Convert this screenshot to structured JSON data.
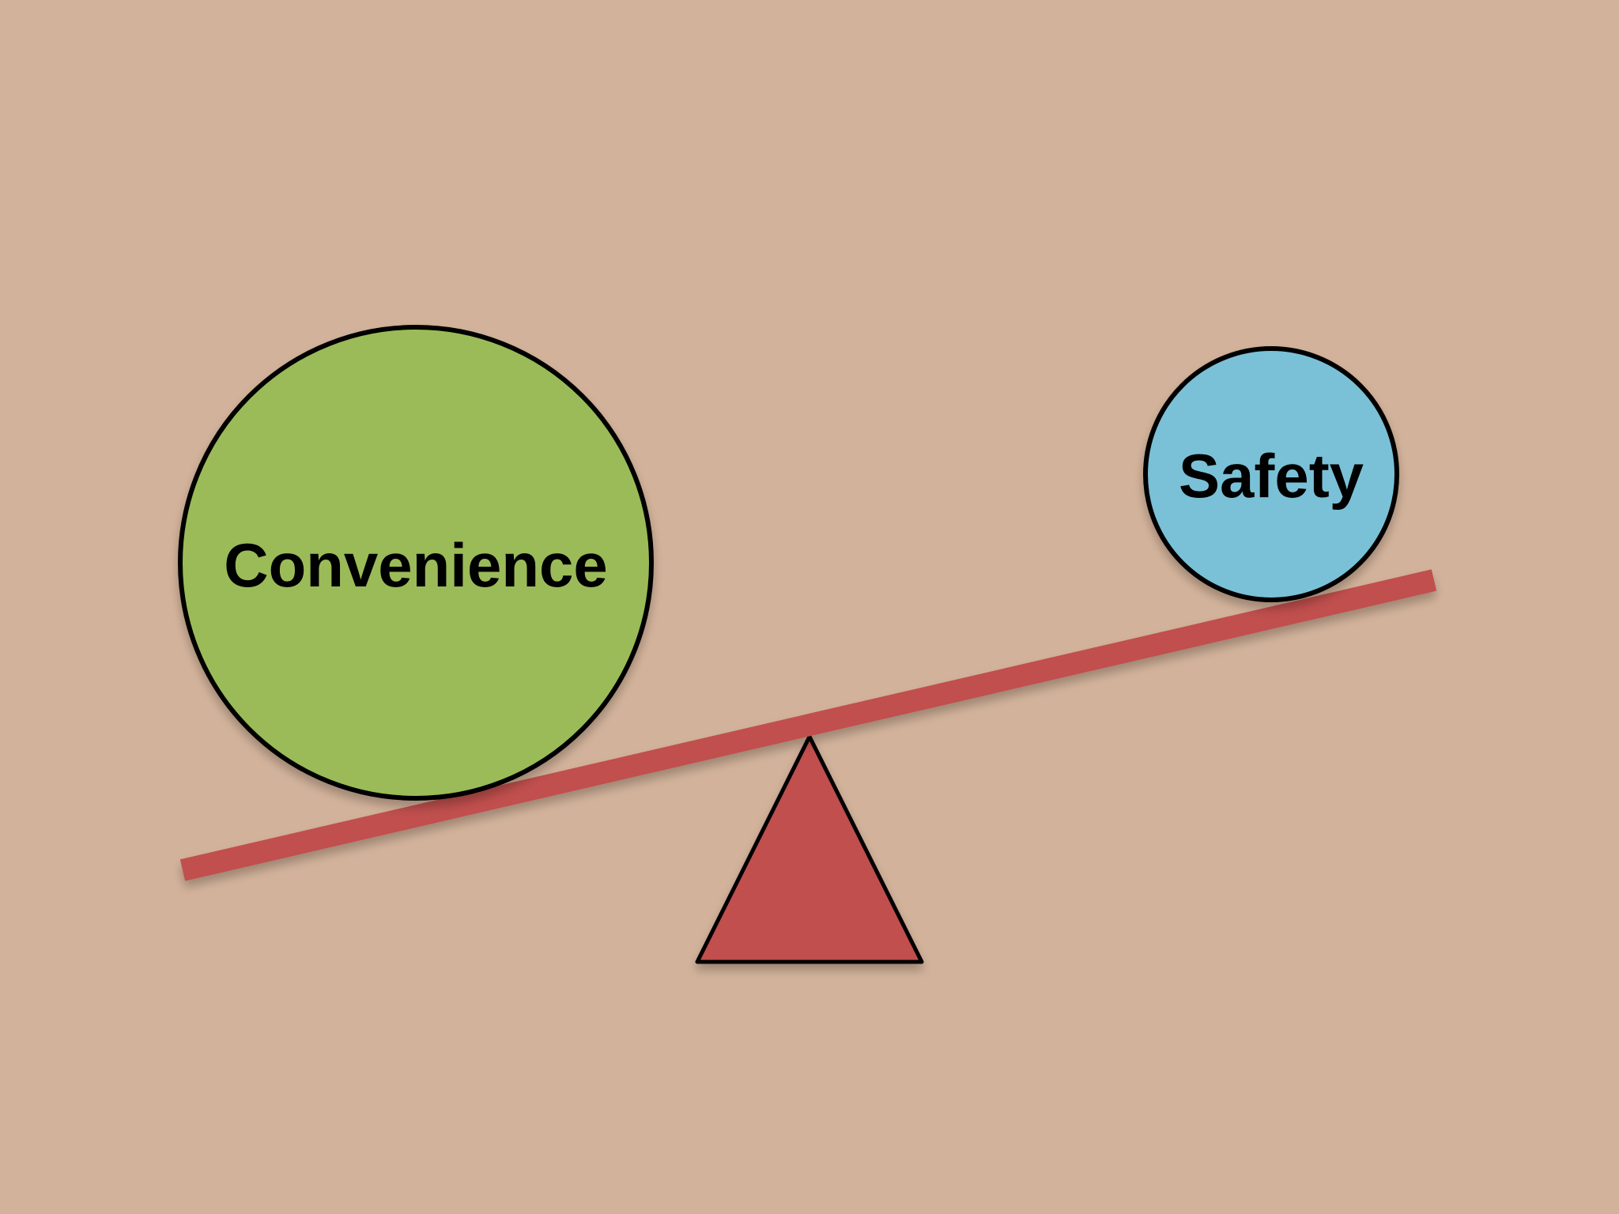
{
  "diagram": {
    "type": "seesaw-balance",
    "colors": {
      "background": "#D2B29A",
      "beam": "#C0504D",
      "fulcrum": "#C0504D",
      "outline": "#000000"
    },
    "left_ball": {
      "label": "Convenience",
      "color": "#9BBB59",
      "position": "left, lower side of beam"
    },
    "right_ball": {
      "label": "Safety",
      "color": "#7AC1D8",
      "position": "right, upper side of beam"
    },
    "tilt": "down-left"
  }
}
